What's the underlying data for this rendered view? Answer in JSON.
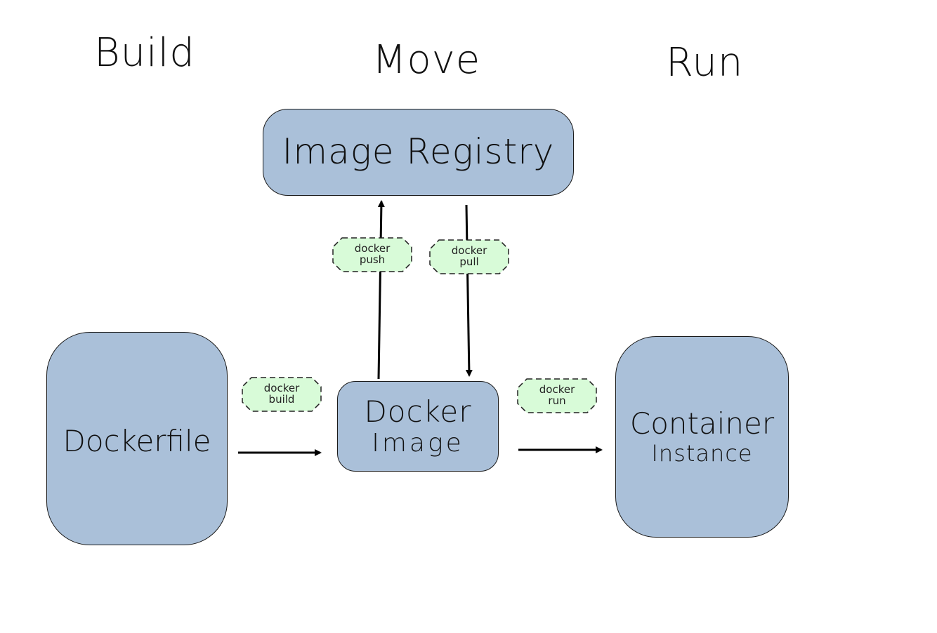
{
  "stages": {
    "build": "Build",
    "move": "Move",
    "run": "Run"
  },
  "nodes": {
    "registry": {
      "line1": "Image Registry"
    },
    "dockerfile": {
      "line1": "Dockerfile"
    },
    "docker_image": {
      "line1": "Docker",
      "line2": "Image"
    },
    "container": {
      "line1": "Container",
      "line2": "Instance"
    }
  },
  "commands": {
    "build": {
      "line1": "docker",
      "line2": "build"
    },
    "push": {
      "line1": "docker",
      "line2": "push"
    },
    "pull": {
      "line1": "docker",
      "line2": "pull"
    },
    "run": {
      "line1": "docker",
      "line2": "run"
    }
  },
  "colors": {
    "node_fill": "#aac0d9",
    "badge_fill": "#d8fbd8",
    "stroke": "#000000"
  }
}
